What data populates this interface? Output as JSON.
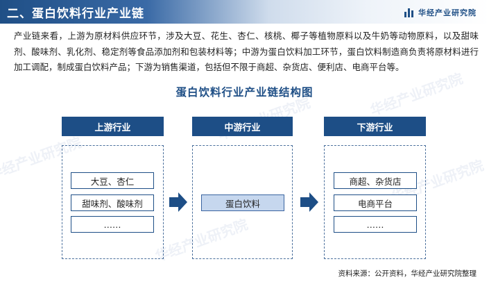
{
  "header": {
    "title": "二、蛋白饮料行业产业链",
    "brand": "华经产业研究院"
  },
  "intro": "产业链来看，上游为原材料供应环节，涉及大豆、花生、杏仁、核桃、椰子等植物原料以及牛奶等动物原料，以及甜味剂、酸味剂、乳化剂、稳定剂等食品添加剂和包装材料等；中游为蛋白饮料加工环节，蛋白饮料制造商负责将原材料进行加工调配，制成蛋白饮料产品；下游为销售渠道，包括但不限于商超、杂货店、便利店、电商平台等。",
  "diagram": {
    "title": "蛋白饮料行业产业链结构图",
    "upstream": {
      "label": "上游行业",
      "items": [
        "大豆、杏仁",
        "甜味剂、酸味剂",
        "……"
      ]
    },
    "midstream": {
      "label": "中游行业",
      "items": [
        "蛋白饮料"
      ]
    },
    "downstream": {
      "label": "下游行业",
      "items": [
        "商超、杂货店",
        "电商平台",
        "……"
      ]
    }
  },
  "watermark": "华经产业研究院",
  "source": "资料来源：公开资料，华经产业研究院整理",
  "colors": {
    "primary": "#1d4e86",
    "mid_item_fill": "#c6d7ee"
  }
}
